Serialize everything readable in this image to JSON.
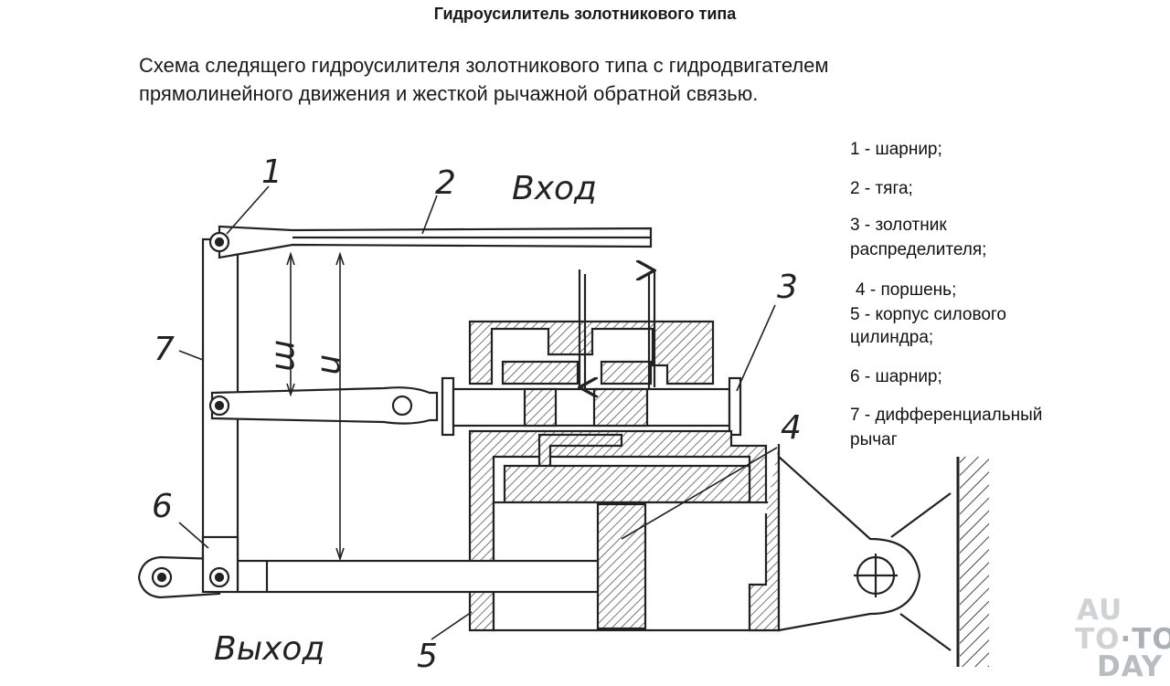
{
  "title": "Гидроусилитель золотникового типа",
  "subtitle_line1": "Схема следящего гидроусилителя золотникового типа с гидродвигателем",
  "subtitle_line2": "прямолинейного движения и жесткой рычажной обратной связью.",
  "legend": [
    "1 - шарнир;",
    "2 - тяга;",
    "3 - золотник",
    "распределителя;",
    "4 - поршень;",
    "5 - корпус силового",
    "цилиндра;",
    "6 - шарнир;",
    "7 - дифференциальный",
    "рычаг"
  ],
  "diagram_labels": {
    "n1": "1",
    "n2": "2",
    "n3": "3",
    "n4": "4",
    "n5": "5",
    "n6": "6",
    "n7": "7",
    "input": "Вход",
    "output": "Выход",
    "m": "m",
    "n": "n"
  },
  "watermark": {
    "l1": "AU",
    "l2a": "TO",
    "l2b": "·TO",
    "l3": "DAY"
  }
}
